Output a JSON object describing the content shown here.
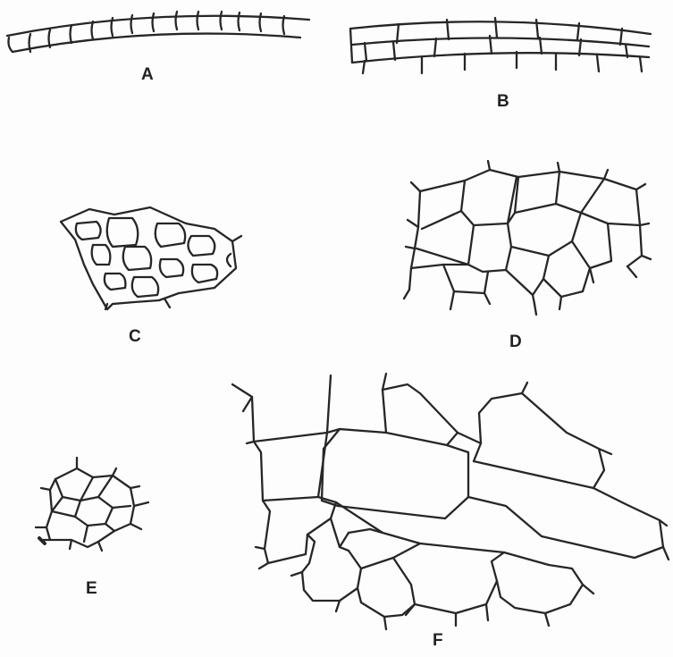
{
  "figure": {
    "panels": [
      {
        "id": "A",
        "label": "A"
      },
      {
        "id": "B",
        "label": "B"
      },
      {
        "id": "C",
        "label": "C"
      },
      {
        "id": "D",
        "label": "D"
      },
      {
        "id": "E",
        "label": "E"
      },
      {
        "id": "F",
        "label": "F"
      }
    ]
  }
}
